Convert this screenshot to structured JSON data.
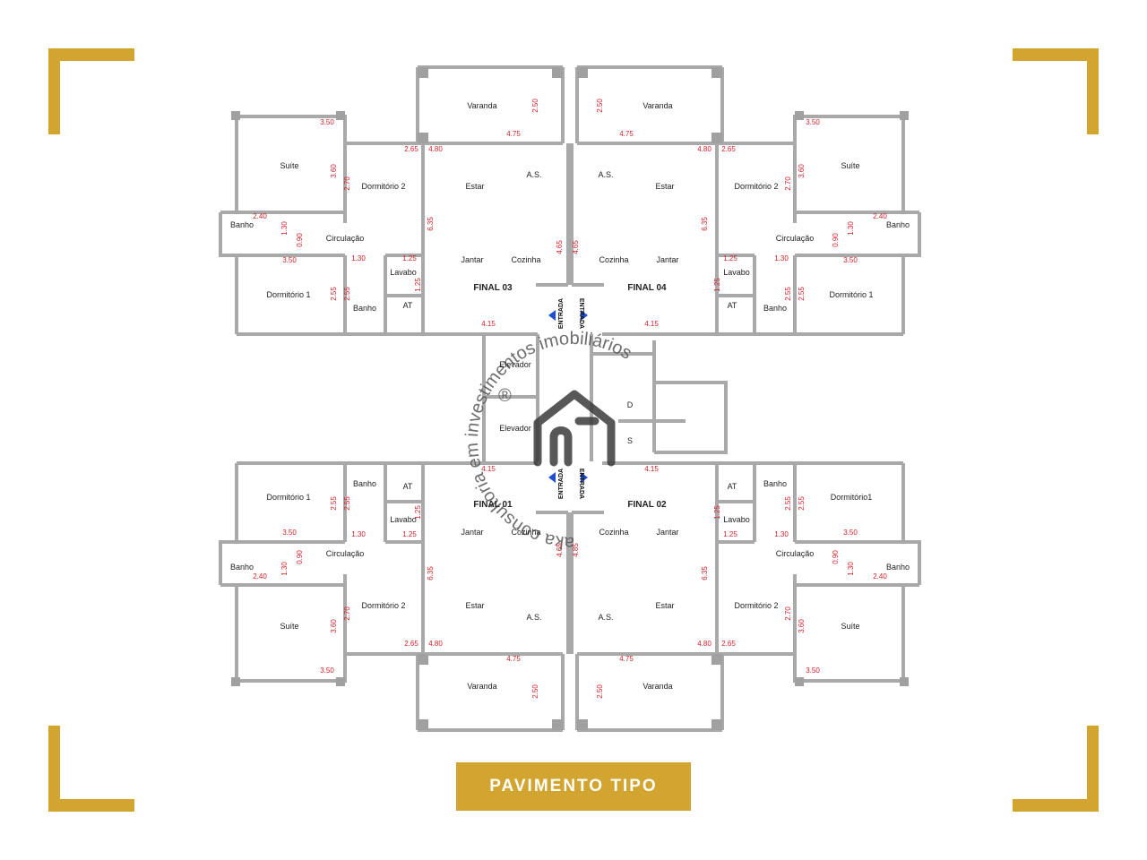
{
  "title": "PAVIMENTO TIPO",
  "accent_color": "#d2a531",
  "watermark": "aka consultoria em investimentos imobiliários",
  "watermark_symbol": "®",
  "units": [
    {
      "label": "FINAL 03",
      "rooms": [
        "Varanda",
        "Suíte",
        "Dormitório 2",
        "Estar",
        "A.S.",
        "Banho",
        "Circulação",
        "Jantar",
        "Cozinha",
        "Lavabo",
        "Dormitório 1",
        "Banho",
        "AT"
      ],
      "dims": [
        "3.50",
        "3.60",
        "2.70",
        "2.65",
        "4.80",
        "2.50",
        "4.75",
        "6.35",
        "2.40",
        "1.30",
        "0.90",
        "3.50",
        "1.30",
        "1.25",
        "1.25",
        "2.55",
        "2.55",
        "4.65",
        "4.15"
      ]
    },
    {
      "label": "FINAL 04",
      "rooms": [
        "Varanda",
        "Suíte",
        "Dormitório 2",
        "Estar",
        "A.S.",
        "Banho",
        "Circulação",
        "Jantar",
        "Cozinha",
        "Lavabo",
        "Dormitório 1",
        "Banho",
        "AT"
      ],
      "dims": [
        "3.50",
        "3.60",
        "2.70",
        "2.65",
        "4.80",
        "2.50",
        "4.75",
        "6.35",
        "2.40",
        "1.30",
        "0.90",
        "3.50",
        "1.30",
        "1.25",
        "1.25",
        "2.55",
        "2.55",
        "4.65",
        "4.15"
      ]
    },
    {
      "label": "FINAL 01",
      "rooms": [
        "Varanda",
        "Suíte",
        "Dormitório 2",
        "Estar",
        "A.S.",
        "Banho",
        "Circulação",
        "Jantar",
        "Cozinha",
        "Lavabo",
        "Dormitório 1",
        "Banho",
        "AT"
      ],
      "dims": [
        "3.50",
        "3.60",
        "2.70",
        "2.65",
        "4.80",
        "2.50",
        "4.75",
        "6.35",
        "2.40",
        "1.30",
        "0.90",
        "3.50",
        "1.30",
        "1.25",
        "1.25",
        "2.55",
        "2.55",
        "4.65",
        "4.15"
      ]
    },
    {
      "label": "FINAL 02",
      "rooms": [
        "Varanda",
        "Suíte",
        "Dormitório 2",
        "Estar",
        "A.S.",
        "Banho",
        "Circulação",
        "Jantar",
        "Cozinha",
        "Lavabo",
        "Dormitório1",
        "Banho",
        "AT"
      ],
      "dims": [
        "3.50",
        "3.60",
        "2.70",
        "2.65",
        "4.80",
        "2.50",
        "4.75",
        "6.35",
        "2.40",
        "1.30",
        "0.90",
        "3.50",
        "1.30",
        "1.25",
        "1.25",
        "2.55",
        "2.55",
        "4.85",
        "4.15"
      ]
    }
  ],
  "core": {
    "elevators": [
      "Elevador",
      "Elevador"
    ],
    "stairs": [
      "D",
      "S"
    ],
    "entrance": "ENTRADA"
  }
}
